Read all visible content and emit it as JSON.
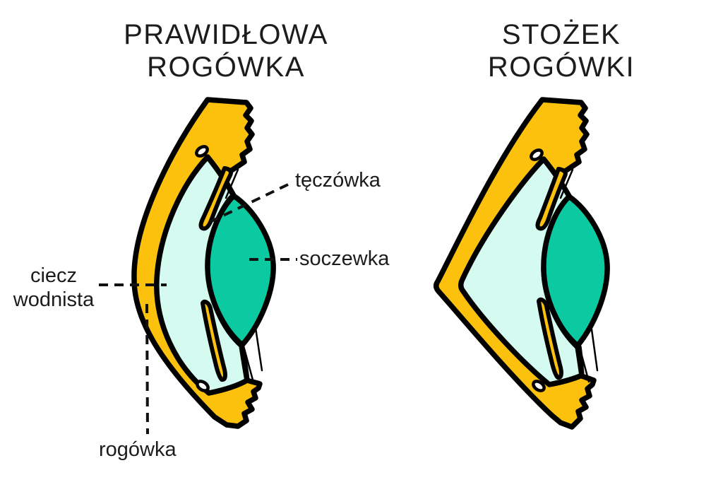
{
  "left_panel": {
    "title_line1": "PRAWIDŁOWA",
    "title_line2": "ROGÓWKA"
  },
  "right_panel": {
    "title_line1": "STOŻEK",
    "title_line2": "ROGÓWKI"
  },
  "labels": {
    "iris": "tęczówka",
    "lens": "soczewka",
    "aqueous_line1": "ciecz",
    "aqueous_line2": "wodnista",
    "cornea": "rogówka"
  },
  "colors": {
    "sclera_yellow": "#FBC10C",
    "aqueous_mint": "#D5FAF0",
    "lens_teal": "#0BC9A1",
    "outline": "#000000",
    "text": "#1C1C1A",
    "background": "#FFFFFF"
  }
}
